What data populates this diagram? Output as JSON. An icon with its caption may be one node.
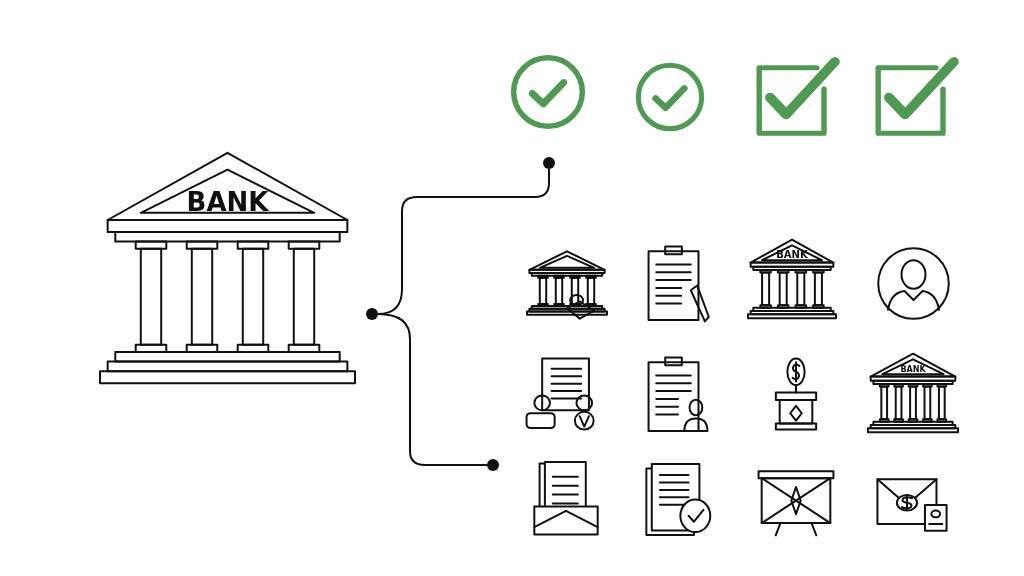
{
  "diagram": {
    "nodes": [
      {
        "text": [
          "BANK"
        ]
      },
      {
        "text": [],
        "shape": "circle"
      },
      {
        "text": [],
        "shape": "circle"
      },
      {
        "text": [],
        "shape": "circle"
      },
      {
        "text": [
          "BANK"
        ]
      },
      {
        "text": [
          "BANK"
        ]
      }
    ],
    "edges": [
      {
        "from": 1,
        "to": 2,
        "arrow": "none"
      },
      {
        "from": 1,
        "to": 3,
        "arrow": "none"
      }
    ]
  }
}
